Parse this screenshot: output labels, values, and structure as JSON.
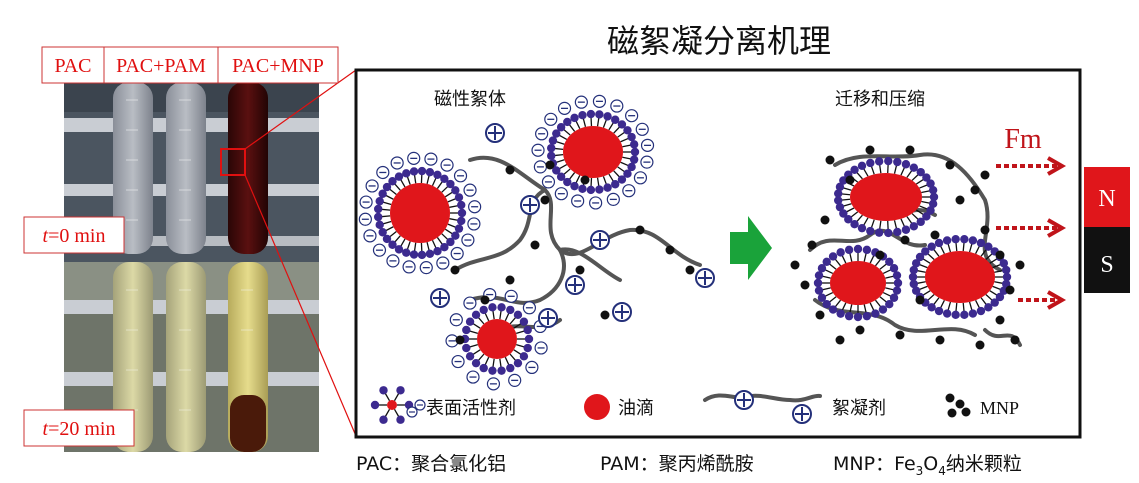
{
  "title": "磁絮凝分离机理",
  "tube_labels": [
    "PAC",
    "PAC+PAM",
    "PAC+MNP"
  ],
  "time_labels": [
    {
      "var": "t",
      "rest": "=0 min"
    },
    {
      "var": "t",
      "rest": "=20 min"
    }
  ],
  "left_cluster_label": "磁性絮体",
  "right_cluster_label": "迁移和压缩",
  "force_label": "Fm",
  "magnet": {
    "north": "N",
    "south": "S"
  },
  "legend": {
    "surfactant": "表面活性剂",
    "oil": "油滴",
    "flocculant": "絮凝剂",
    "mnp": "MNP"
  },
  "footnotes": {
    "pac": "PAC：聚合氯化铝",
    "pam": "PAM：聚丙烯酰胺",
    "mnp_prefix": "MNP：Fe",
    "mnp_sub1": "3",
    "mnp_o": "O",
    "mnp_sub2": "4",
    "mnp_suffix": "纳米颗粒"
  },
  "colors": {
    "oil": "#e0161b",
    "surfactant_head": "#3c2a8f",
    "label_red": "#e01010",
    "arrow_green": "#1aa33a",
    "force_arrow": "#c0141a",
    "magnet_n": "#e0161b",
    "magnet_s": "#111111"
  }
}
